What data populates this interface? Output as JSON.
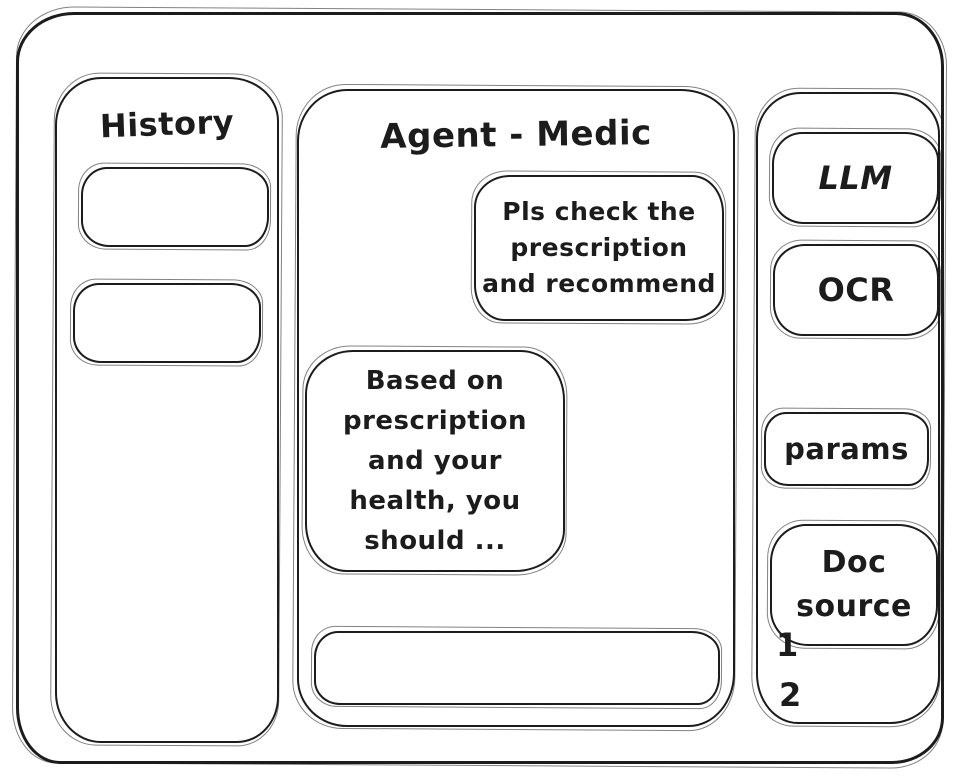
{
  "window": {
    "background": "#ffffff",
    "ink_color": "#1c1c1c"
  },
  "history_panel": {
    "title": "History",
    "items": [
      {
        "label": ""
      },
      {
        "label": ""
      }
    ]
  },
  "chat_panel": {
    "title": "Agent - Medic",
    "messages": [
      {
        "role": "user",
        "text": "Pls check the\nprescription\nand recommend"
      },
      {
        "role": "assistant",
        "text": "Based on\nprescription\nand your\nhealth, you\nshould ..."
      }
    ],
    "input": {
      "value": "",
      "placeholder": ""
    }
  },
  "tools_panel": {
    "llm_button_label": "LLM",
    "ocr_button_label": "OCR",
    "params_button_label": "params",
    "doc_source_button_label": "Doc source",
    "doc_list": [
      "1",
      "2"
    ]
  }
}
